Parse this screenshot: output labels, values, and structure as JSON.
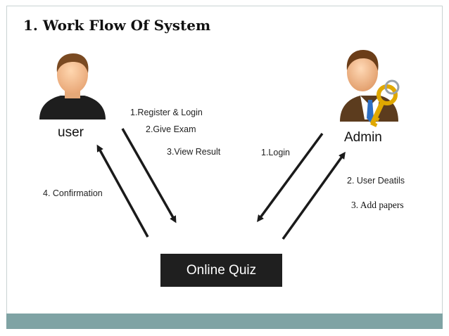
{
  "title": "1. Work Flow Of System",
  "user": {
    "label": "user"
  },
  "admin": {
    "label": "Admin"
  },
  "center": {
    "label": "Online Quiz"
  },
  "user_flows": {
    "register_login": "1.Register & Login",
    "give_exam": "2.Give Exam",
    "view_result": "3.View Result",
    "confirmation": "4. Confirmation"
  },
  "admin_flows": {
    "login": "1.Login",
    "user_details": "2. User Deatils",
    "add_papers": "3. Add papers"
  },
  "colors": {
    "footer": "#7fa3a4",
    "box": "#1f1f1f",
    "arrow": "#1a1a1a",
    "admin_tie": "#2d6fc4",
    "key": "#e0a800"
  },
  "icons": {
    "user": "person-silhouette-icon",
    "admin": "admin-with-key-icon"
  }
}
